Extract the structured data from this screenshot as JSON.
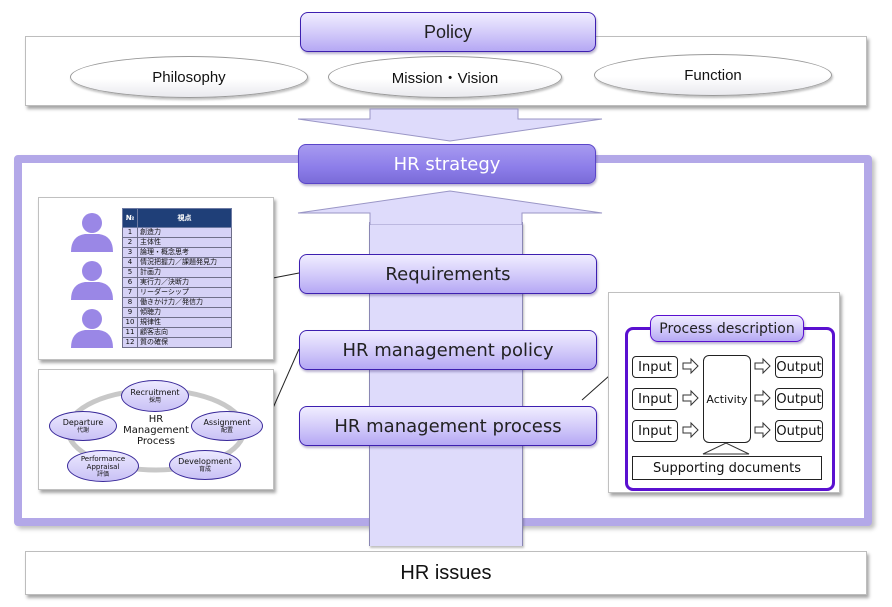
{
  "policy": {
    "title": "Policy",
    "items": [
      "Philosophy",
      "Mission・Vision",
      "Function"
    ]
  },
  "strategy": {
    "title": "HR strategy",
    "layers": [
      "Requirements",
      "HR management policy",
      "HR management process"
    ]
  },
  "requirements_card": {
    "table_headers": [
      "№",
      "視点"
    ],
    "rows": [
      {
        "no": "1",
        "label": "創造力"
      },
      {
        "no": "2",
        "label": "主体性"
      },
      {
        "no": "3",
        "label": "論理・概念思考"
      },
      {
        "no": "4",
        "label": "情況把握力／課題発見力"
      },
      {
        "no": "5",
        "label": "計画力"
      },
      {
        "no": "6",
        "label": "実行力／決断力"
      },
      {
        "no": "7",
        "label": "リーダーシップ"
      },
      {
        "no": "8",
        "label": "働きかけ力／発信力"
      },
      {
        "no": "9",
        "label": "傾聴力"
      },
      {
        "no": "10",
        "label": "規律性"
      },
      {
        "no": "11",
        "label": "顧客志向"
      },
      {
        "no": "12",
        "label": "質の確保"
      }
    ]
  },
  "cycle_card": {
    "center": [
      "HR",
      "Management",
      "Process"
    ],
    "nodes": [
      {
        "en": "Recruitment",
        "jp": "採用"
      },
      {
        "en": "Assignment",
        "jp": "配置"
      },
      {
        "en": "Development",
        "jp": "育成"
      },
      {
        "en": "Performance Appraisal",
        "jp": "評価"
      },
      {
        "en": "Departure",
        "jp": "代謝"
      }
    ]
  },
  "process_card": {
    "title": "Process description",
    "inputs": [
      "Input",
      "Input",
      "Input"
    ],
    "activity": "Activity",
    "outputs": [
      "Output",
      "Output",
      "Output"
    ],
    "supporting": "Supporting documents"
  },
  "issues": {
    "title": "HR issues"
  },
  "colors": {
    "accent": "#8c7de9",
    "frame": "#b3a8e8",
    "bar": "#dedbfb",
    "process_border": "#5a10d0",
    "table_header": "#1f3f78",
    "person": "#9a87e6"
  }
}
